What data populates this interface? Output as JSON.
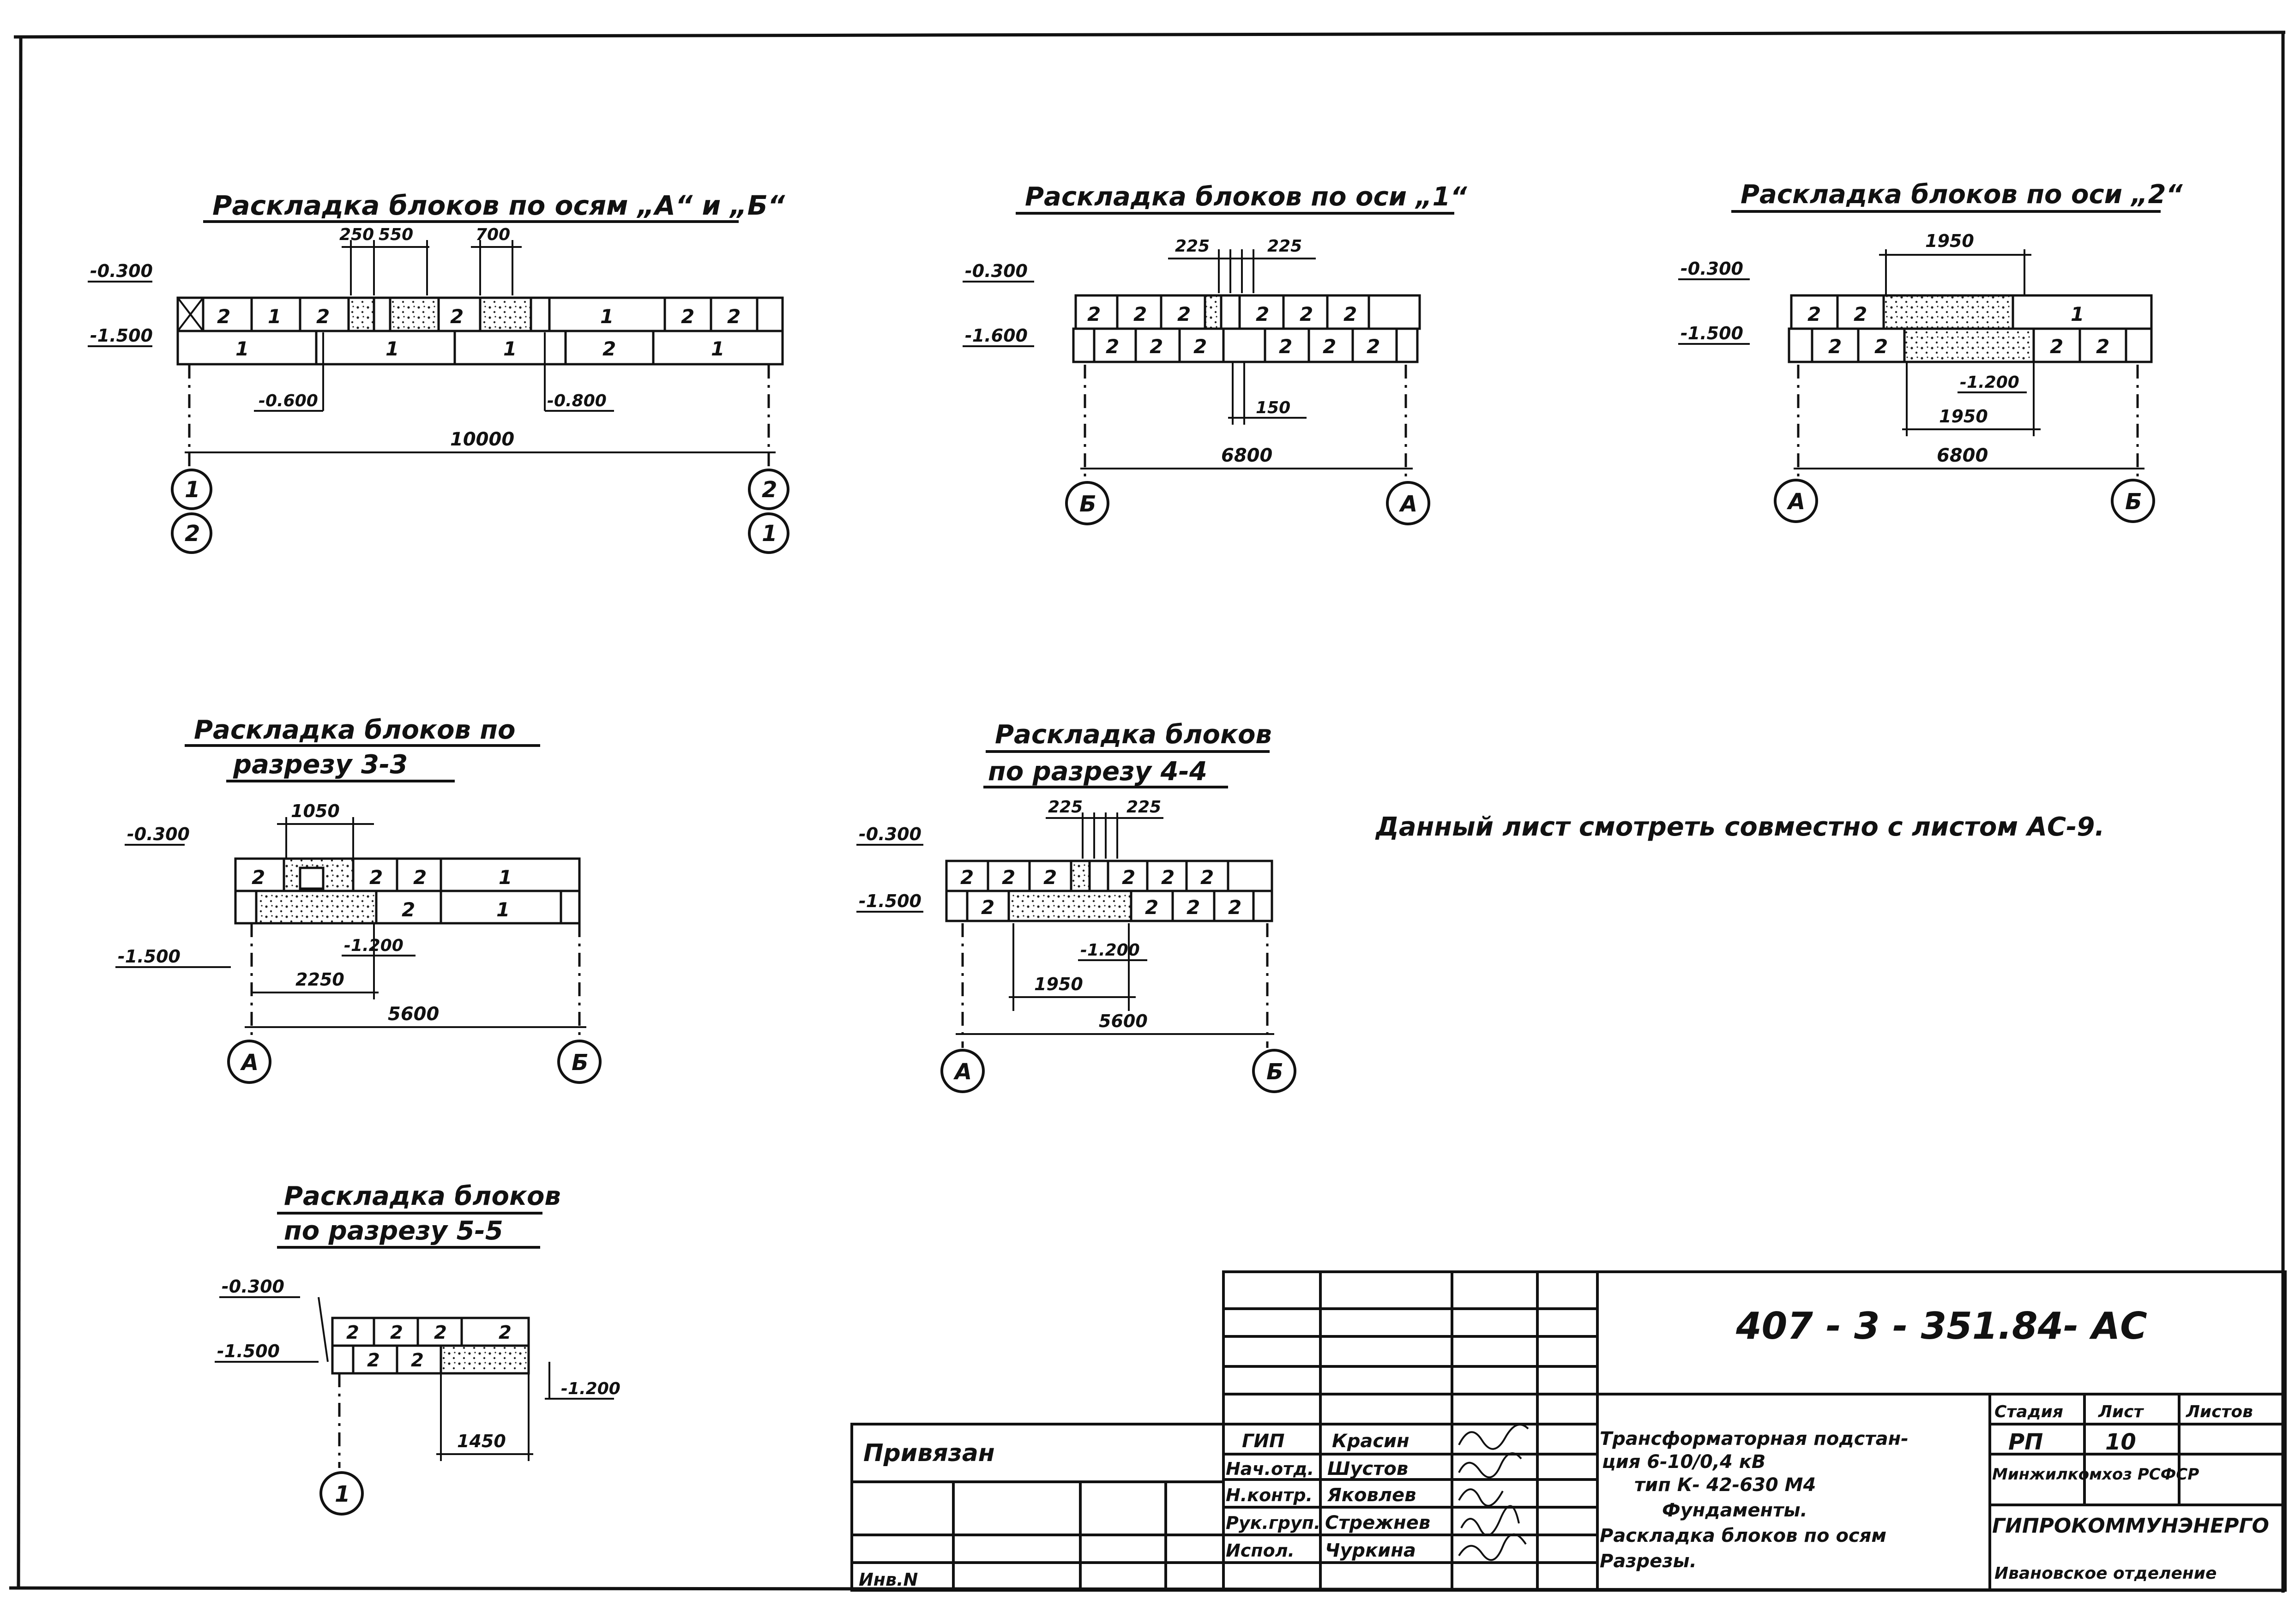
{
  "views": {
    "v1": {
      "title": "Раскладка блоков по осям „А“ и „Б“",
      "levels": [
        "-0.300",
        "-1.500"
      ],
      "sublevels": [
        "-0.600",
        "-0.800"
      ],
      "dims_top": [
        "250",
        "550",
        "700"
      ],
      "dim_total": "10000",
      "top_row": [
        "2",
        "1",
        "2",
        "2",
        "1",
        "2",
        "2"
      ],
      "bottom_row": [
        "1",
        "1",
        "1",
        "2",
        "1"
      ],
      "axes_left": [
        "1",
        "2"
      ],
      "axes_right": [
        "2",
        "1"
      ]
    },
    "v2": {
      "title": "Раскладка блоков по оси „1“",
      "levels": [
        "-0.300",
        "-1.600"
      ],
      "dims_top": [
        "225",
        "225"
      ],
      "dim_mid": "150",
      "dim_total": "6800",
      "top_row": [
        "2",
        "2",
        "2",
        "2",
        "2",
        "2"
      ],
      "bottom_row": [
        "2",
        "2",
        "2",
        "2",
        "2",
        "2"
      ],
      "axes": [
        "Б",
        "А"
      ]
    },
    "v3": {
      "title": "Раскладка блоков по оси „2“",
      "levels": [
        "-0.300",
        "-1.500"
      ],
      "sublevel": "-1.200",
      "dim_top": "1950",
      "dim_mid": "1950",
      "dim_total": "6800",
      "top_row": [
        "2",
        "2",
        "1"
      ],
      "bottom_row": [
        "2",
        "2",
        "2",
        "2"
      ],
      "axes": [
        "А",
        "Б"
      ]
    },
    "v4": {
      "title_line1": "Раскладка блоков по",
      "title_line2": "разрезу 3-3",
      "levels": [
        "-0.300",
        "-1.500"
      ],
      "sublevel": "-1.200",
      "dim_top": "1050",
      "dim_mid": "2250",
      "dim_total": "5600",
      "top_row": [
        "2",
        "2",
        "2",
        "1"
      ],
      "bottom_row": [
        "2",
        "1"
      ],
      "axes": [
        "А",
        "Б"
      ]
    },
    "v5": {
      "title_line1": "Раскладка блоков",
      "title_line2": "по разрезу 4-4",
      "levels": [
        "-0.300",
        "-1.500"
      ],
      "sublevel": "-1.200",
      "dims_top": [
        "225",
        "225"
      ],
      "dim_mid": "1950",
      "dim_total": "5600",
      "top_row": [
        "2",
        "2",
        "2",
        "2",
        "2",
        "2"
      ],
      "bottom_row": [
        "2",
        "2",
        "2",
        "2"
      ],
      "axes": [
        "А",
        "Б"
      ]
    },
    "v6": {
      "title_line1": "Раскладка блоков",
      "title_line2": "по разрезу 5-5",
      "levels": [
        "-0.300",
        "-1.500"
      ],
      "sublevel": "-1.200",
      "dim_mid": "1450",
      "top_row": [
        "2",
        "2",
        "2",
        "2"
      ],
      "bottom_row": [
        "2",
        "2"
      ],
      "axes": [
        "1"
      ]
    }
  },
  "note": "Данный лист смотреть совместно с листом АС-9.",
  "title_block": {
    "code": "407 - 3 - 351.84- АС",
    "attached": "Привязан",
    "inv": "Инв.N",
    "roles": [
      "ГИП",
      "Нач.отд.",
      "Н.контр.",
      "Рук.груп.",
      "Испол."
    ],
    "names": [
      "Красин",
      "Шустов",
      "Яковлев",
      "Стрежнев",
      "Чуркина"
    ],
    "object_line1": "Трансформаторная подстан-",
    "object_line2": "ция 6-10/0,4 кВ",
    "object_line3": "тип К- 42-630 М4",
    "sheet_title_line1": "Фундаменты.",
    "sheet_title_line2": "Раскладка блоков по осям",
    "sheet_title_line3": "Разрезы.",
    "hdr_stage": "Стадия",
    "hdr_sheet": "Лист",
    "hdr_sheets": "Листов",
    "stage": "РП",
    "sheet": "10",
    "org_line1": "Минжилкомхоз РСФСР",
    "org_line2": "ГИПРОКОММУНЭНЕРГО",
    "org_line3": "Ивановское отделение"
  }
}
